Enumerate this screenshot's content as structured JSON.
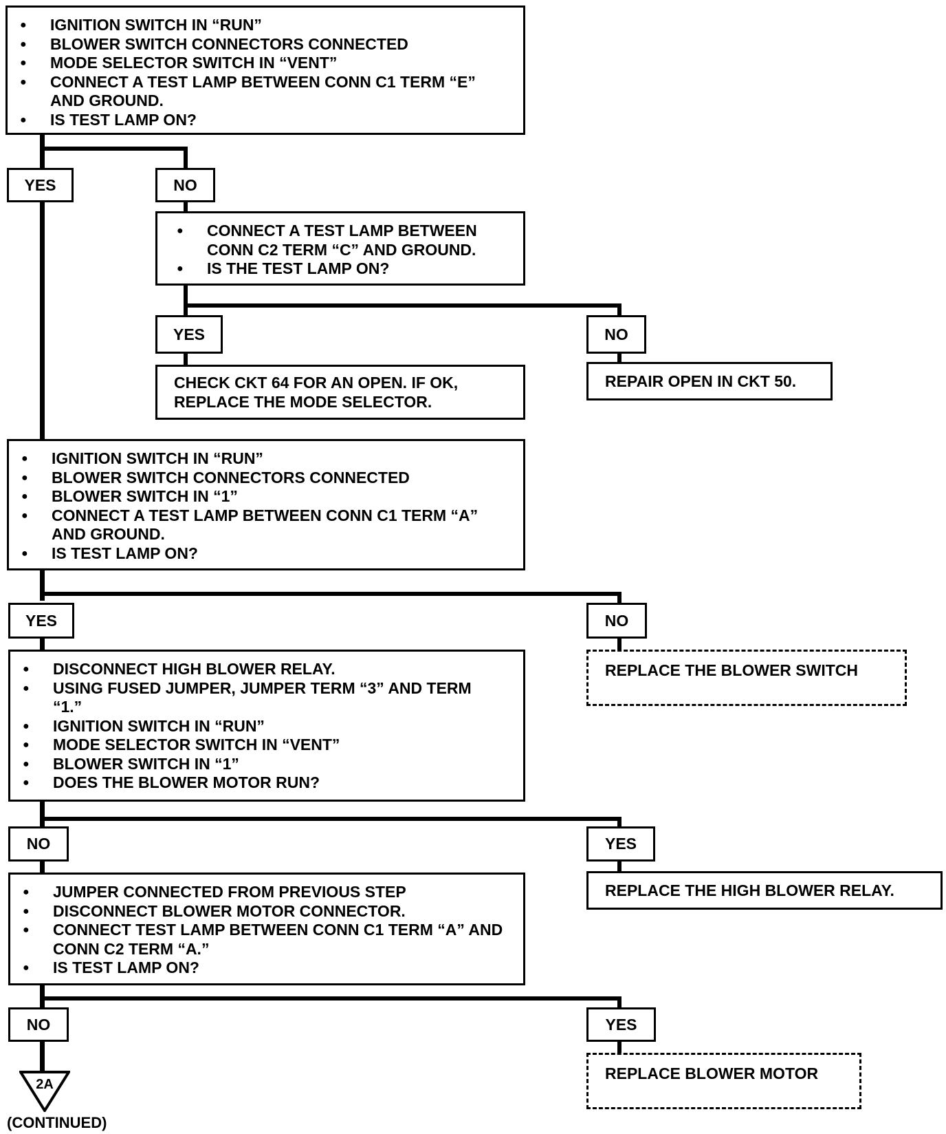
{
  "flowchart": {
    "step1": {
      "items": [
        "IGNITION SWITCH IN “RUN”",
        "BLOWER SWITCH CONNECTORS CONNECTED",
        "MODE SELECTOR SWITCH IN “VENT”",
        "CONNECT A TEST LAMP BETWEEN CONN C1 TERM “E” AND GROUND.",
        "IS TEST LAMP ON?"
      ],
      "yes": "YES",
      "no": "NO"
    },
    "step1_no": {
      "items": [
        "CONNECT A TEST LAMP BETWEEN CONN C2 TERM “C” AND GROUND.",
        "IS THE TEST LAMP ON?"
      ],
      "yes": "YES",
      "no": "NO",
      "yes_result": "CHECK CKT 64 FOR AN OPEN.  IF OK, REPLACE THE MODE SELECTOR.",
      "no_result": "REPAIR OPEN IN CKT 50."
    },
    "step2": {
      "items": [
        "IGNITION SWITCH IN “RUN”",
        "BLOWER SWITCH CONNECTORS CONNECTED",
        "BLOWER SWITCH IN “1”",
        "CONNECT A TEST LAMP BETWEEN CONN C1 TERM “A” AND GROUND.",
        "IS TEST LAMP ON?"
      ],
      "yes": "YES",
      "no": "NO",
      "no_result": "REPLACE THE BLOWER SWITCH"
    },
    "step3": {
      "items": [
        "DISCONNECT HIGH BLOWER RELAY.",
        "USING FUSED JUMPER, JUMPER TERM “3” AND TERM “1.”",
        "IGNITION SWITCH IN “RUN”",
        "MODE SELECTOR SWITCH IN “VENT”",
        "BLOWER SWITCH IN “1”",
        "DOES THE BLOWER MOTOR RUN?"
      ],
      "no": "NO",
      "yes": "YES",
      "yes_result": "REPLACE THE HIGH BLOWER RELAY."
    },
    "step4": {
      "items": [
        "JUMPER CONNECTED FROM PREVIOUS STEP",
        "DISCONNECT BLOWER MOTOR CONNECTOR.",
        "CONNECT TEST LAMP BETWEEN CONN C1 TERM “A” AND CONN C2 TERM “A.”",
        "IS TEST LAMP ON?"
      ],
      "no": "NO",
      "yes": "YES",
      "yes_result": "REPLACE BLOWER MOTOR"
    },
    "continuation": {
      "connector": "2A",
      "text": "(CONTINUED)"
    }
  }
}
